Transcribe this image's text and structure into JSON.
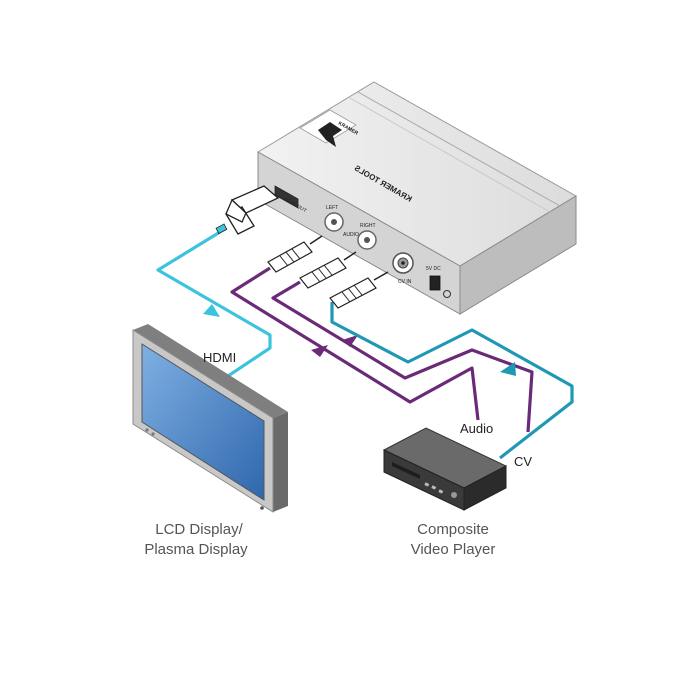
{
  "labels": {
    "hdmi": "HDMI",
    "audio": "Audio",
    "cv": "CV",
    "display_caption_line1": "LCD Display/",
    "display_caption_line2": "Plasma Display",
    "player_caption_line1": "Composite",
    "player_caption_line2": "Video Player"
  },
  "device": {
    "brand_text": "KRAMER TOOLS",
    "port_hdmi_out": "HDMI OUT",
    "port_left": "LEFT",
    "port_right": "RIGHT",
    "port_audio": "AUDIO",
    "port_cv_in": "CV IN",
    "port_5v_dc": "5V DC"
  },
  "colors": {
    "hdmi_cable": "#3cc3dd",
    "audio_cable": "#6b2a78",
    "cv_cable": "#1f98b4",
    "device_body": "#e6e6e6"
  }
}
